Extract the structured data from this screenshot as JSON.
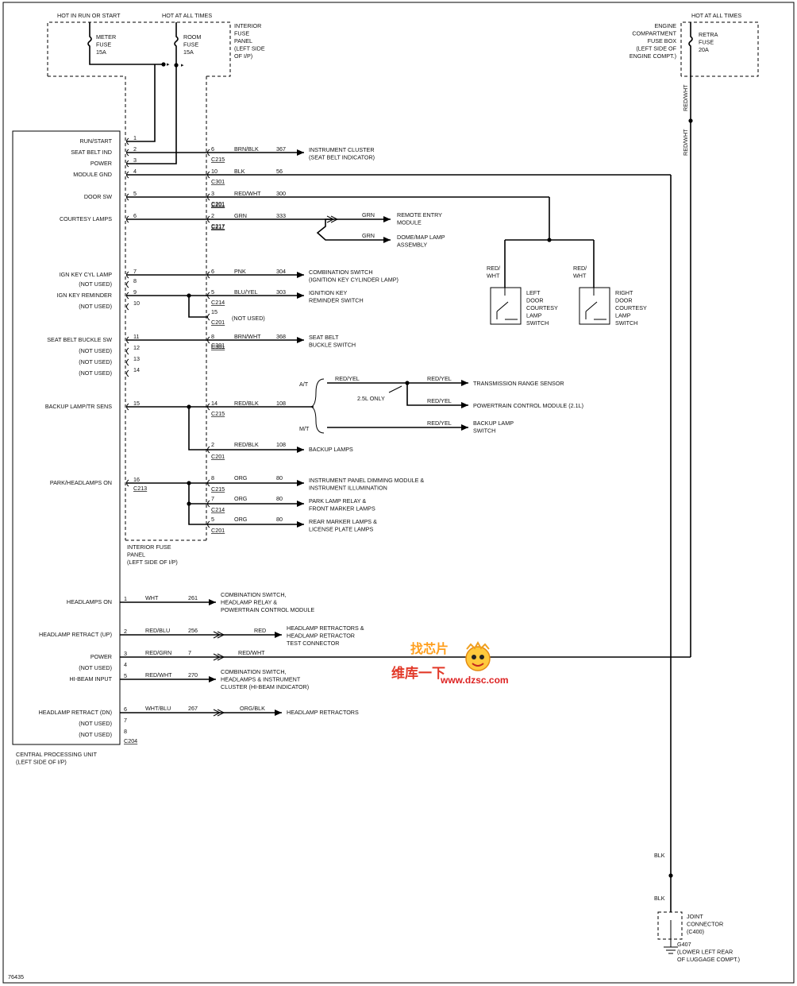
{
  "frame": {
    "label": "76435"
  },
  "top_left": {
    "hot_run": "HOT IN RUN OR START",
    "hot_all": "HOT AT ALL TIMES",
    "fuse1": [
      "METER",
      "FUSE",
      "15A"
    ],
    "fuse2": [
      "ROOM",
      "FUSE",
      "15A"
    ],
    "panel": [
      "INTERIOR",
      "FUSE",
      "PANEL",
      "(LEFT SIDE",
      "OF I/P)"
    ],
    "panel_bottom": [
      "INTERIOR FUSE",
      "PANEL",
      "(LEFT SIDE OF I/P)"
    ]
  },
  "top_right": {
    "hot_all": "HOT AT ALL TIMES",
    "box": [
      "ENGINE",
      "COMPARTMENT",
      "FUSE BOX",
      "(LEFT SIDE OF",
      "ENGINE COMPT.)"
    ],
    "fuse": [
      "RETRA",
      "FUSE",
      "20A"
    ],
    "wire_v1": "RED/WHT",
    "wire_v2": "RED/WHT"
  },
  "cpu": {
    "label": [
      "CENTRAL PROCESSING UNIT",
      "(LEFT SIDE OF I/P)"
    ]
  },
  "upper_rows": [
    {
      "name": "RUN/START",
      "pin": "1"
    },
    {
      "name": "SEAT BELT IND",
      "pin": "2",
      "cpin": "6",
      "color": "BRN/BLK",
      "circuit": "367",
      "conn": "C215",
      "dest": [
        "INSTRUMENT CLUSTER",
        "(SEAT BELT INDICATOR)"
      ]
    },
    {
      "name": "POWER",
      "pin": "3"
    },
    {
      "name": "MODULE GND",
      "pin": "4",
      "cpin": "10",
      "color": "BLK",
      "circuit": "56",
      "conn": "C301"
    },
    {
      "name": "DOOR SW",
      "pin": "5",
      "cpin": "3",
      "color": "RED/WHT",
      "circuit": "300",
      "conn": "C201"
    },
    {
      "name": "COURTESY LAMPS",
      "pin": "6",
      "cpin": "2",
      "color": "GRN",
      "circuit": "333",
      "conn": "C217"
    },
    {
      "name": "IGN KEY CYL LAMP",
      "pin": "7",
      "cpin": "6",
      "color": "PNK",
      "circuit": "304",
      "dest": [
        "COMBINATION SWITCH",
        "(IGNITION KEY CYLINDER LAMP)"
      ]
    },
    {
      "name": "(NOT USED)",
      "pin": "8"
    },
    {
      "name": "IGN KEY REMINDER",
      "pin": "9",
      "cpin": "5",
      "color": "BLU/YEL",
      "circuit": "303",
      "conn": "C214",
      "dest": [
        "IGNITION KEY",
        "REMINDER SWITCH"
      ]
    },
    {
      "name": "(NOT USED)",
      "pin": "10"
    },
    {
      "name": "SEAT BELT BUCKLE SW",
      "pin": "11",
      "cpin": "8",
      "color": "BRN/WHT",
      "circuit": "368",
      "conn": "C301",
      "dest": [
        "SEAT BELT",
        "BUCKLE SWITCH"
      ]
    },
    {
      "name": "(NOT USED)",
      "pin": "12"
    },
    {
      "name": "(NOT USED)",
      "pin": "13"
    },
    {
      "name": "(NOT USED)",
      "pin": "14"
    },
    {
      "name": "BACKUP LAMP/TR SENS",
      "pin": "15",
      "cpin": "14",
      "color": "RED/BLK",
      "circuit": "108",
      "conn": "C215"
    },
    {
      "name": "PARK/HEADLAMPS ON",
      "pin": "16",
      "conn": "C213"
    }
  ],
  "extra": {
    "pin15b": "15",
    "conn_c201a": "C201",
    "not_used_15": "(NOT USED)",
    "courtesy_grn1": "GRN",
    "courtesy_grn2": "GRN",
    "remote_entry": [
      "REMOTE ENTRY",
      "MODULE"
    ],
    "dome_lamp": [
      "DOME/MAP LAMP",
      "ASSEMBLY"
    ],
    "c201_courtesy": "C201",
    "left_door_wire": [
      "RED/",
      "WHT"
    ],
    "right_door_wire": [
      "RED/",
      "WHT"
    ],
    "left_door": [
      "LEFT",
      "DOOR",
      "COURTESY",
      "LAMP",
      "SWITCH"
    ],
    "right_door": [
      "RIGHT",
      "DOOR",
      "COURTESY",
      "LAMP",
      "SWITCH"
    ],
    "at": "A/T",
    "mt": "M/T",
    "at_wire": "RED/YEL",
    "at_wire2": "RED/YEL",
    "at_wire3": "RED/YEL",
    "mt_wire": "RED/YEL",
    "only25": "2.5L ONLY",
    "trs": "TRANSMISSION RANGE SENSOR",
    "pcm": "POWERTRAIN CONTROL MODULE (2.1L)",
    "backup_sw": [
      "BACKUP LAMP",
      "SWITCH"
    ],
    "backup2": {
      "cpin": "2",
      "color": "RED/BLK",
      "circuit": "108",
      "conn": "C201",
      "dest": "BACKUP LAMPS"
    },
    "park1": {
      "cpin": "8",
      "color": "ORG",
      "circuit": "80",
      "conn": "C215",
      "dest": [
        "INSTRUMENT PANEL DIMMING MODULE &",
        "INSTRUMENT ILLUMINATION"
      ]
    },
    "park2": {
      "cpin": "7",
      "color": "ORG",
      "circuit": "80",
      "conn": "C214",
      "dest": [
        "PARK LAMP RELAY &",
        "FRONT MARKER LAMPS"
      ]
    },
    "park3": {
      "cpin": "5",
      "color": "ORG",
      "circuit": "80",
      "conn": "C201",
      "dest": [
        "REAR MARKER LAMPS &",
        "LICENSE PLATE LAMPS"
      ]
    },
    "ign_c301": "C301",
    "ign_c201": "C201"
  },
  "lower_rows": [
    {
      "name": "HEADLAMPS ON",
      "pin": "1",
      "color": "WHT",
      "circuit": "261",
      "dest": [
        "COMBINATION SWITCH,",
        "HEADLAMP RELAY &",
        "POWERTRAIN CONTROL MODULE"
      ]
    },
    {
      "name": "HEADLAMP RETRACT (UP)",
      "pin": "2",
      "color": "RED/BLU",
      "circuit": "256",
      "color2": "RED",
      "dest": [
        "HEADLAMP RETRACTORS &",
        "HEADLAMP RETRACTOR",
        "TEST CONNECTOR"
      ]
    },
    {
      "name": "POWER",
      "pin": "3",
      "color": "RED/GRN",
      "circuit": "7",
      "color2": "RED/WHT"
    },
    {
      "name": "(NOT USED)",
      "pin": "4"
    },
    {
      "name": "HI-BEAM INPUT",
      "pin": "5",
      "color": "RED/WHT",
      "circuit": "270",
      "dest": [
        "COMBINATION SWITCH,",
        "HEADLAMPS & INSTRUMENT",
        "CLUSTER (HI-BEAM INDICATOR)"
      ]
    },
    {
      "name": "HEADLAMP RETRACT (DN)",
      "pin": "6",
      "color": "WHT/BLU",
      "circuit": "267",
      "color2": "ORG/BLK",
      "dest": [
        "HEADLAMP RETRACTORS"
      ]
    },
    {
      "name": "(NOT USED)",
      "pin": "7"
    },
    {
      "name": "(NOT USED)",
      "pin": "8"
    }
  ],
  "lower_conn": "C204",
  "ground": {
    "wire1": "BLK",
    "wire2": "BLK",
    "joint": [
      "JOINT",
      "CONNECTOR",
      "(C400)"
    ],
    "g": [
      "G407",
      "(LOWER LEFT REAR",
      "OF LUGGAGE COMPT.)"
    ]
  },
  "watermark": {
    "top": "找芯片",
    "main": "维库一下",
    "url": "www.dzsc.com"
  }
}
